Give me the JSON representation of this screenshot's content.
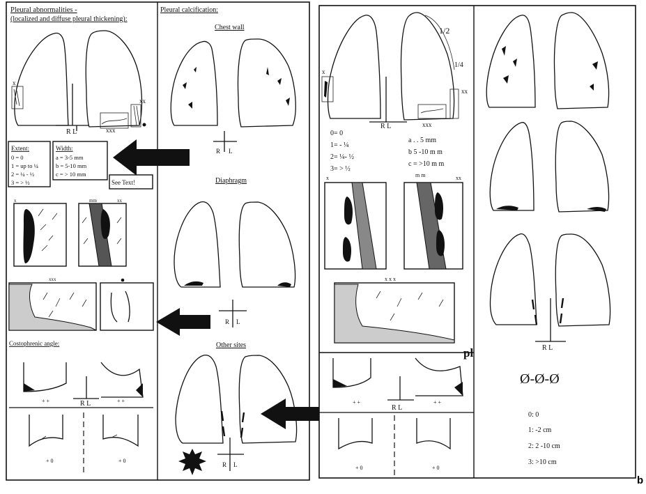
{
  "left_panel": {
    "title_line1": "Pleural abnormalities -",
    "title_line2": "(localized and diffuse pleural thickening):",
    "mark_x": "x",
    "mark_xx": "xx",
    "mark_xxx": "xxx",
    "rl": "R L",
    "extent": {
      "heading": "Extent:",
      "items": [
        "0 = 0",
        "1 = up to ¼",
        "2 = ¼ - ½",
        "3 = > ½"
      ]
    },
    "width": {
      "heading": "Width:",
      "items": [
        "a = 3-5 mm",
        "b = 5-10 mm",
        "c = > 10 mm"
      ]
    },
    "see_text": "See Text!",
    "detail_marks": {
      "x": "x",
      "mm": "mm",
      "xx": "xx",
      "xxx": "xxx"
    },
    "costophrenic": {
      "heading": "Costophrenic angle:",
      "labels": [
        "+ +",
        "+ +",
        "+ 0",
        "+ 0"
      ],
      "rl": "R L"
    }
  },
  "middle_panel": {
    "title": "Pleural calcification:",
    "chest_wall": "Chest wall",
    "diaphragm": "Diaphragm",
    "other_sites": "Other sites",
    "r": "R",
    "l": "L"
  },
  "right_left_panel": {
    "half": "1/2",
    "quarter": "1/4",
    "mark_x": "x",
    "mark_xx": "xx",
    "mark_xxx": "xxx",
    "rl": "R L",
    "extent_items": [
      "0= 0",
      "1= - ¼",
      "2= ¼- ½",
      "3= > ½"
    ],
    "width_items": [
      "a . . 5 mm",
      "b   5 -10 m m",
      "c = >10 m m"
    ],
    "detail_marks": {
      "x": "x",
      "mm": "m m",
      "xx": "xx",
      "xxx": "x x x"
    },
    "pl": "pl",
    "costo_labels": [
      "+ +",
      "+ +",
      "+ 0",
      "+ 0"
    ],
    "costo_rl": "R L"
  },
  "right_right_panel": {
    "rl": "R L",
    "phi_symbols": "Ø-Ø-Ø",
    "scale_items": [
      "0: 0",
      "1: -2 cm",
      "2:  2 -10 cm",
      "3: >10 cm"
    ]
  },
  "corner_label": "b"
}
